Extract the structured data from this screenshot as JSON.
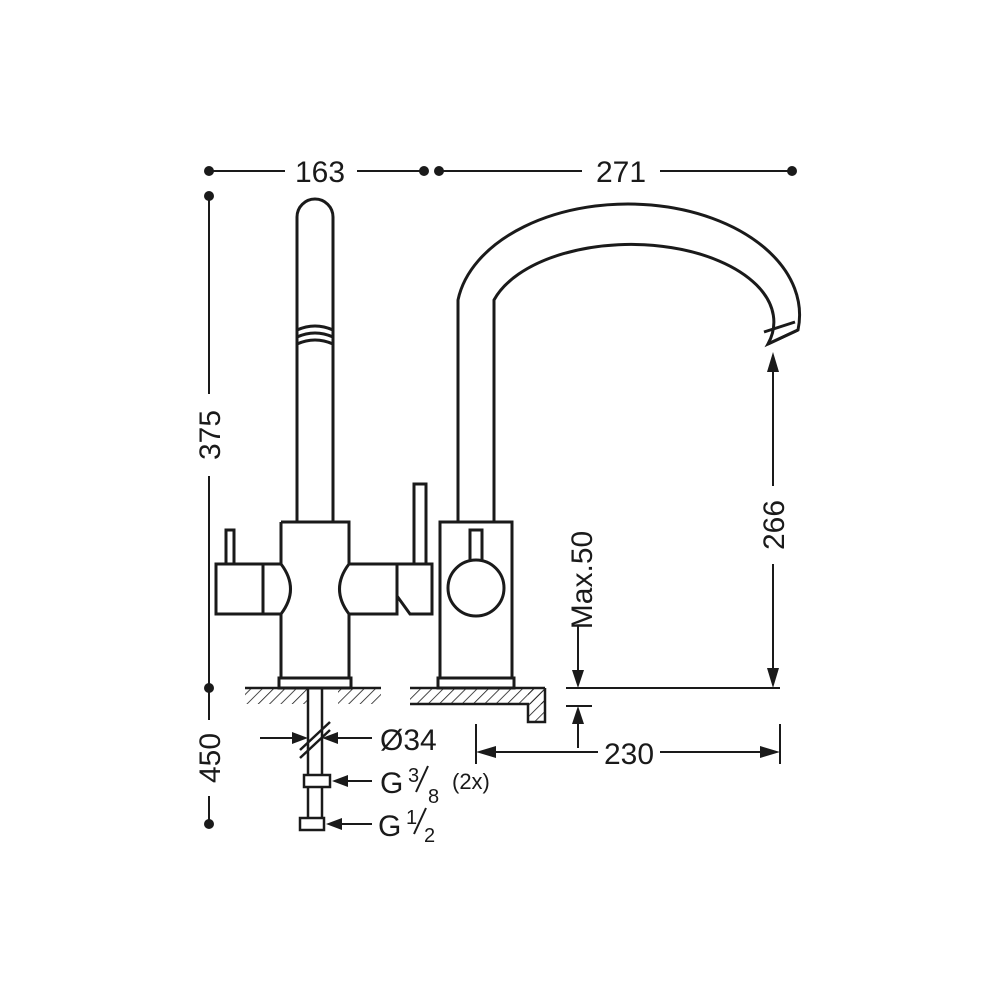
{
  "dimensions": {
    "width_left": "163",
    "width_right": "271",
    "height_total": "375",
    "spout_height": "266",
    "max_deck": "Max.50",
    "below_deck": "450",
    "hole_diameter": "Ø34",
    "spout_reach": "230"
  },
  "connections": {
    "g38_prefix": "G",
    "g38_num": "3",
    "g38_den": "8",
    "g38_count": "(2x)",
    "g12_prefix": "G",
    "g12_num": "1",
    "g12_den": "2"
  },
  "colors": {
    "line": "#1a1a1a",
    "background": "#ffffff"
  }
}
